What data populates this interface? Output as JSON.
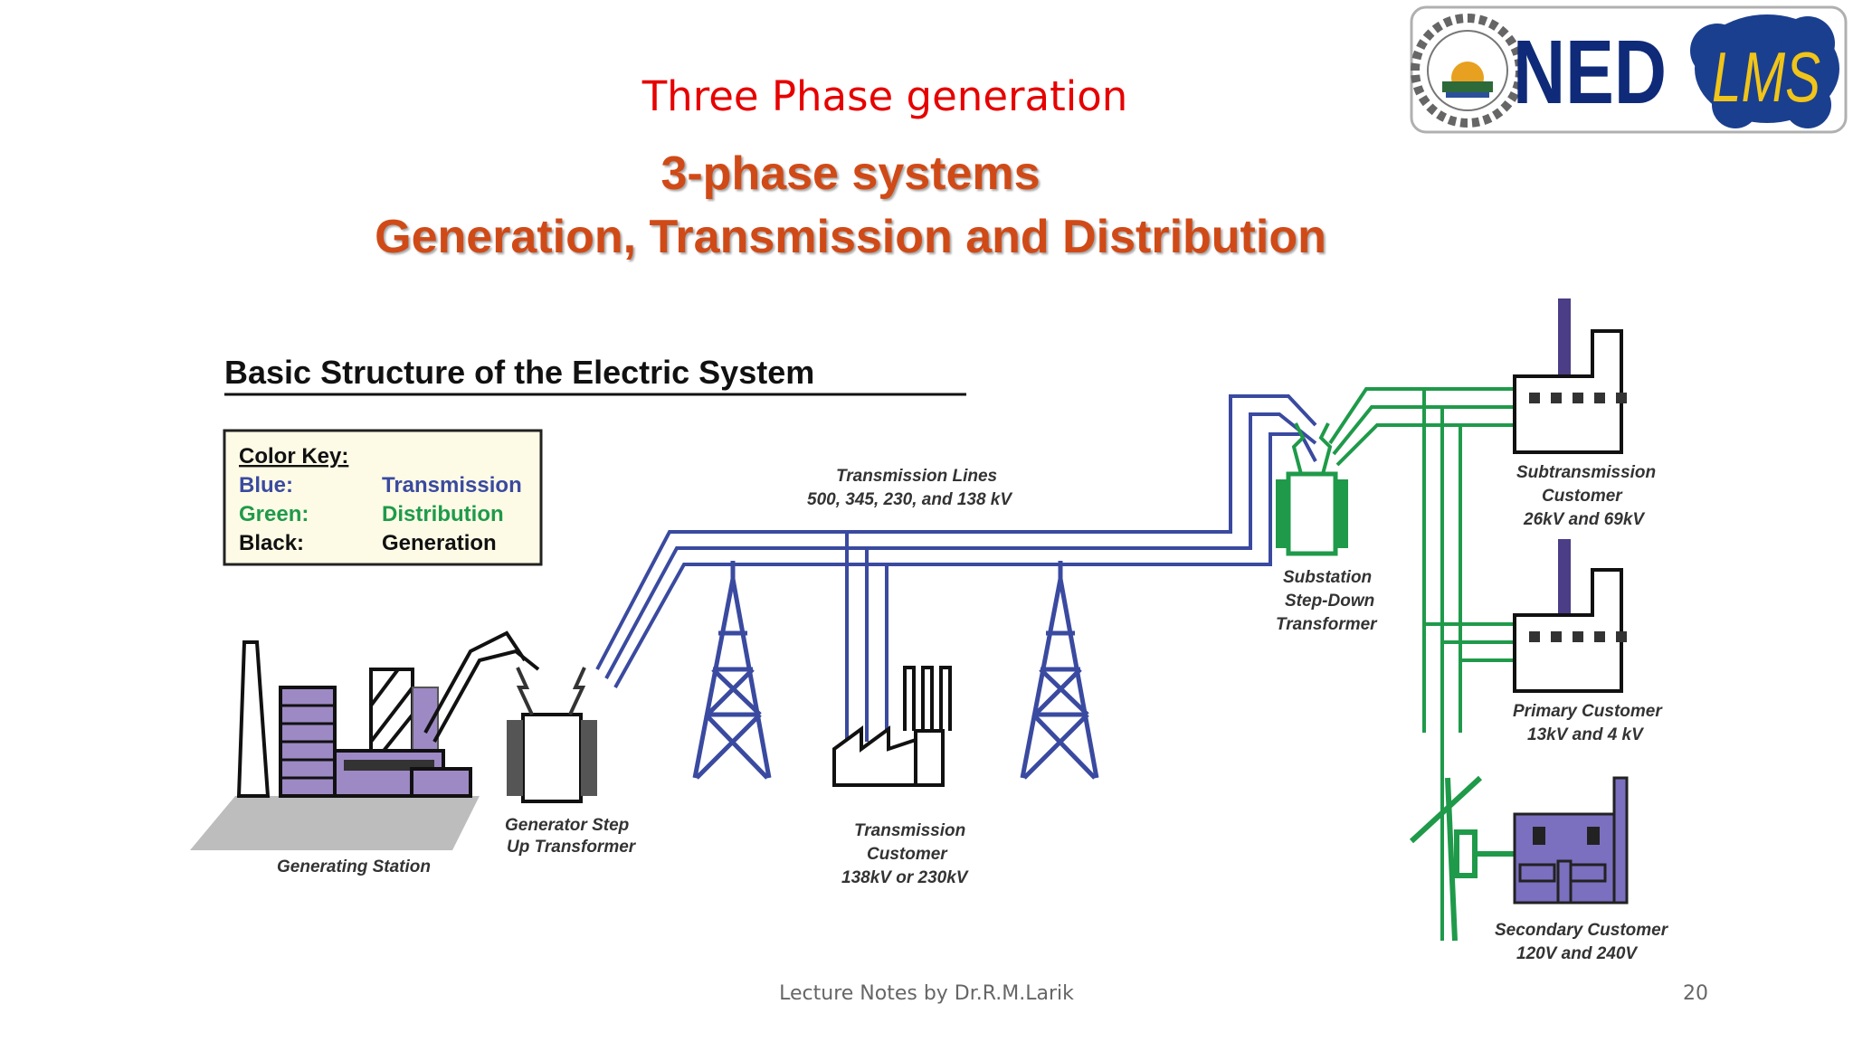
{
  "slide": {
    "title": "Three Phase generation",
    "footer": "Lecture Notes by Dr.R.M.Larik",
    "page_number": "20"
  },
  "logo": {
    "text_ned": "NED",
    "text_lms": "LMS"
  },
  "heading": {
    "line1": "3-phase systems",
    "line2": "Generation, Transmission and Distribution"
  },
  "diagram": {
    "title": "Basic Structure of the Electric System",
    "color_key": {
      "header": "Color Key:",
      "rows": [
        {
          "name": "Blue:",
          "meaning": "Transmission",
          "color": "#3a4aa0"
        },
        {
          "name": "Green:",
          "meaning": "Distribution",
          "color": "#1f9a4a"
        },
        {
          "name": "Black:",
          "meaning": "Generation",
          "color": "#111111"
        }
      ]
    },
    "labels": {
      "generating_station": "Generating Station",
      "gen_transformer_1": "Generator Step",
      "gen_transformer_2": "Up Transformer",
      "transmission_lines_1": "Transmission Lines",
      "transmission_lines_2": "500, 345, 230, and 138 kV",
      "transmission_customer_1": "Transmission",
      "transmission_customer_2": "Customer",
      "transmission_customer_3": "138kV or 230kV",
      "substation_1": "Substation",
      "substation_2": "Step-Down",
      "substation_3": "Transformer",
      "subtransmission_1": "Subtransmission",
      "subtransmission_2": "Customer",
      "subtransmission_3": "26kV and 69kV",
      "primary_1": "Primary  Customer",
      "primary_2": "13kV and 4 kV",
      "secondary_1": "Secondary Customer",
      "secondary_2": "120V and 240V"
    }
  }
}
